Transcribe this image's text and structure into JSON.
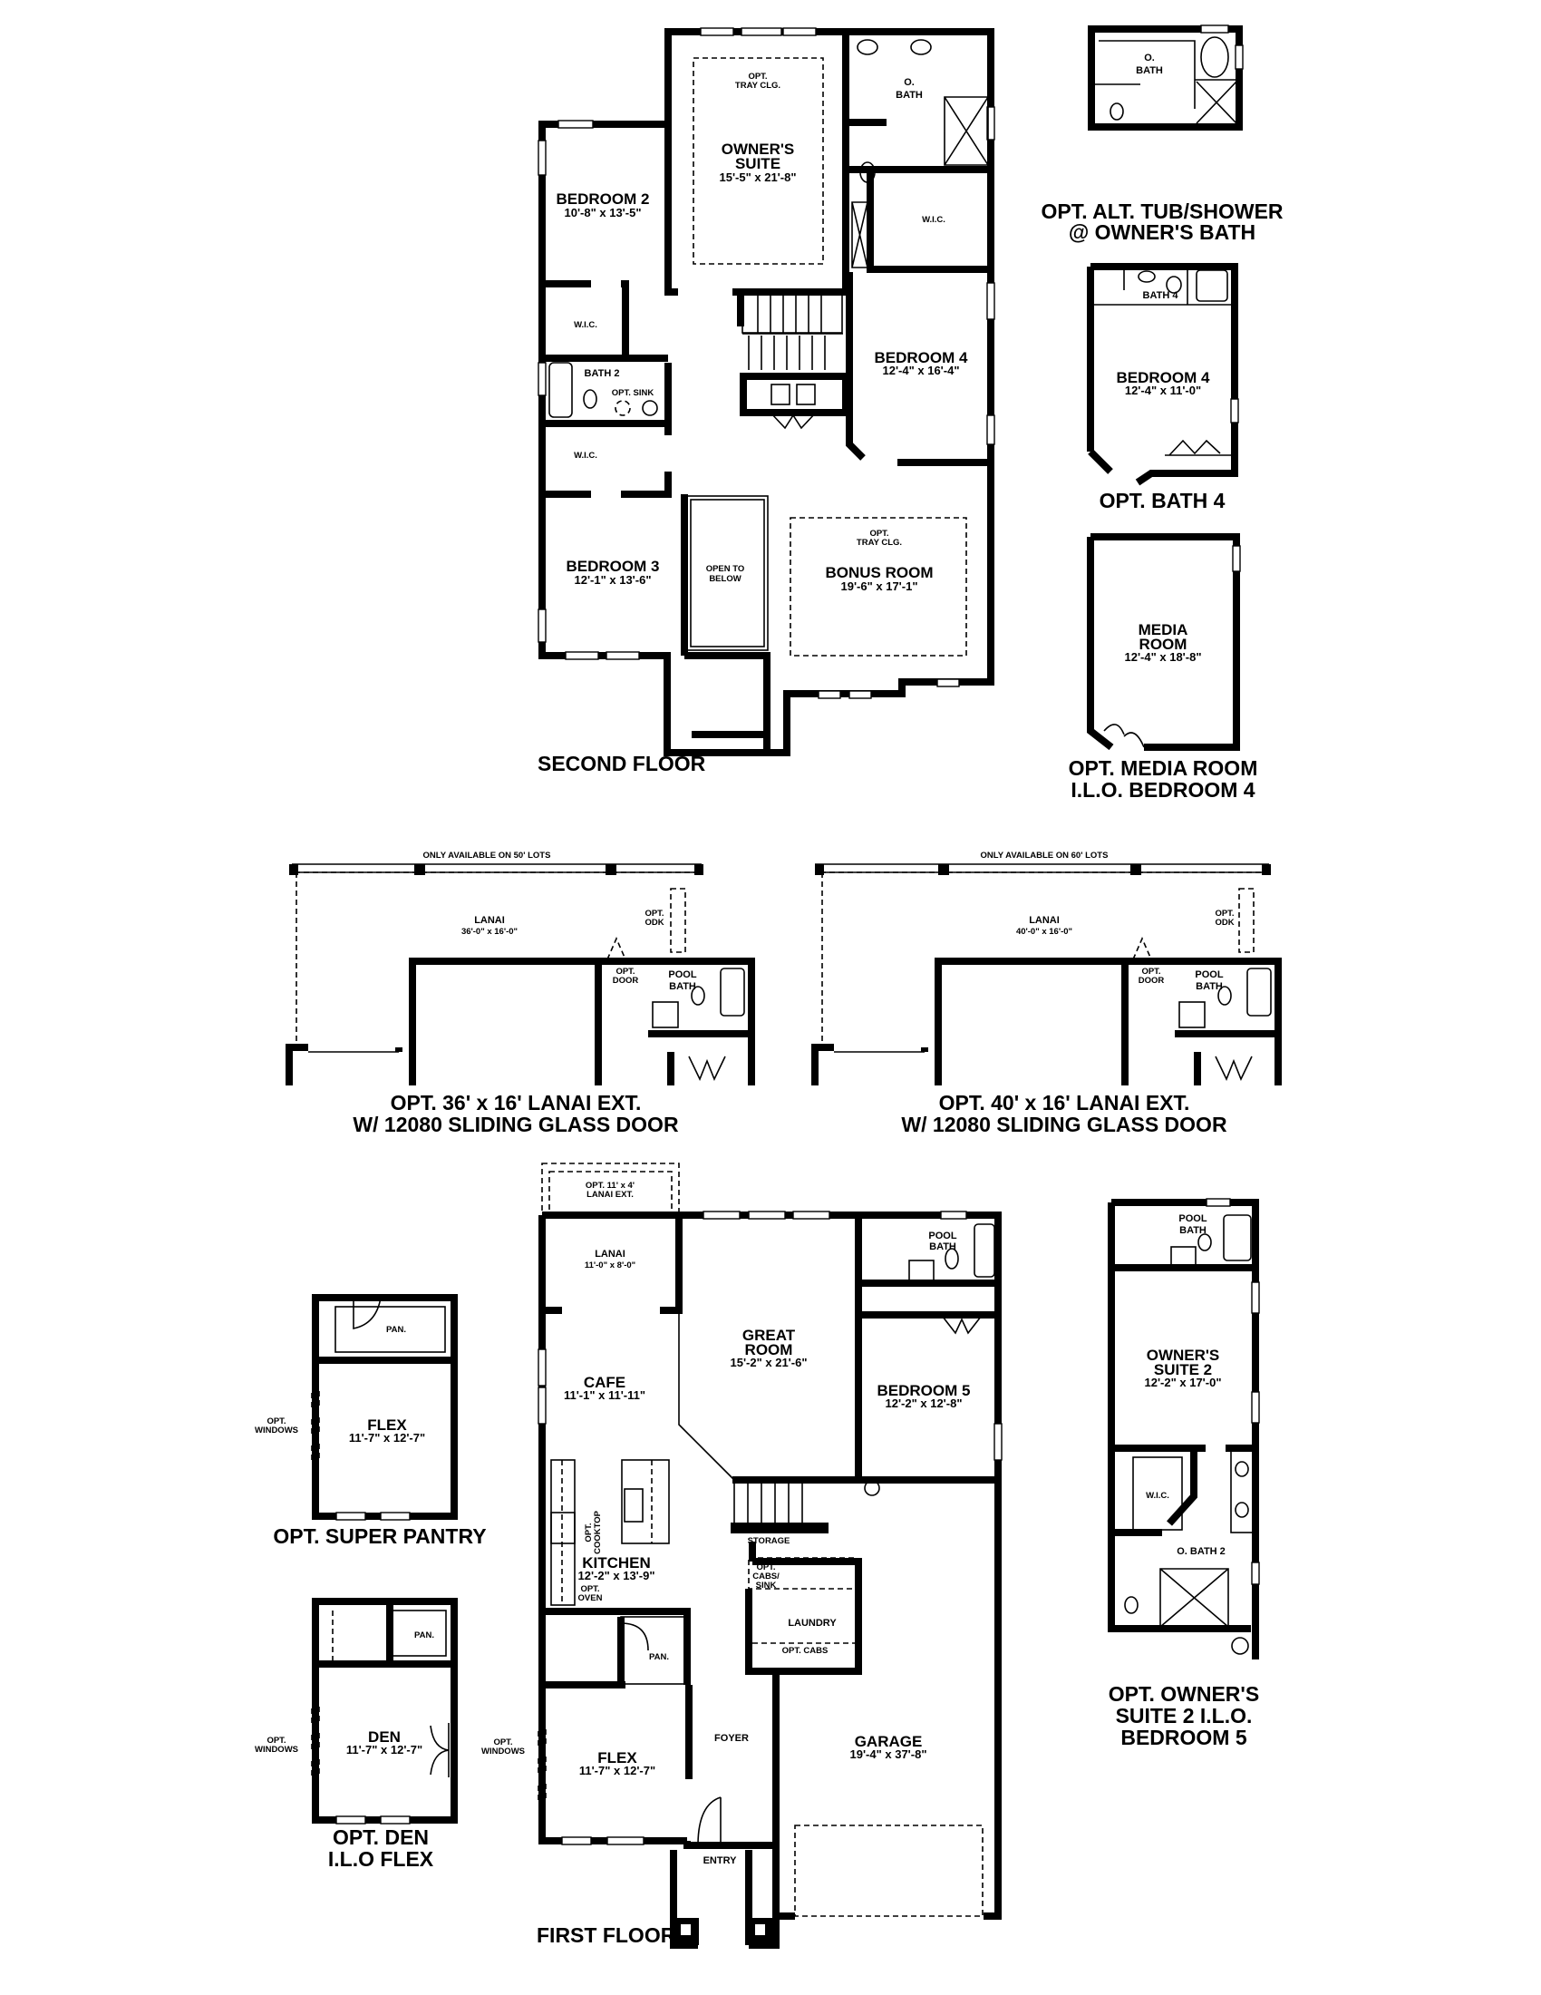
{
  "second_floor": {
    "title": "SECOND FLOOR",
    "owners_suite": {
      "name": [
        "OWNER'S",
        "SUITE"
      ],
      "dims": "15'-5\" x 21'-8\"",
      "note": [
        "OPT.",
        "TRAY CLG."
      ]
    },
    "owners_bath": {
      "name": [
        "O.",
        "BATH"
      ]
    },
    "owners_wic": {
      "name": "W.I.C."
    },
    "bedroom2": {
      "name": "BEDROOM 2",
      "dims": "10'-8\" x 13'-5\""
    },
    "wic2": {
      "name": "W.I.C."
    },
    "bath2": {
      "name": "BATH 2",
      "note": "OPT. SINK"
    },
    "wic3": {
      "name": "W.I.C."
    },
    "bedroom3": {
      "name": "BEDROOM 3",
      "dims": "12'-1\" x 13'-6\""
    },
    "open_to_below": {
      "name": [
        "OPEN TO",
        "BELOW"
      ]
    },
    "bedroom4": {
      "name": "BEDROOM 4",
      "dims": "12'-4\" x 16'-4\""
    },
    "bonus_room": {
      "name": "BONUS ROOM",
      "dims": "19'-6\" x 17'-1\"",
      "note": [
        "OPT.",
        "TRAY CLG."
      ]
    }
  },
  "opt_alt_tub": {
    "room": [
      "O.",
      "BATH"
    ],
    "title": [
      "OPT. ALT. TUB/SHOWER",
      "@ OWNER'S BATH"
    ]
  },
  "opt_bath4": {
    "bath": "BATH 4",
    "bedroom": "BEDROOM 4",
    "dims": "12'-4\" x 11'-0\"",
    "title": "OPT. BATH 4"
  },
  "opt_media": {
    "name": [
      "MEDIA",
      "ROOM"
    ],
    "dims": "12'-4\" x 18'-8\"",
    "title": [
      "OPT. MEDIA ROOM",
      "I.L.O. BEDROOM 4"
    ]
  },
  "lanai_50": {
    "availability": "ONLY AVAILABLE ON 50' LOTS",
    "name": "LANAI",
    "dims": "36'-0\" x 16'-0\"",
    "odk": [
      "OPT.",
      "ODK"
    ],
    "door": [
      "OPT.",
      "DOOR"
    ],
    "pool_bath": [
      "POOL",
      "BATH"
    ],
    "title": [
      "OPT. 36' x 16' LANAI EXT.",
      "W/ 12080 SLIDING GLASS DOOR"
    ]
  },
  "lanai_60": {
    "availability": "ONLY AVAILABLE ON 60' LOTS",
    "name": "LANAI",
    "dims": "40'-0\" x 16'-0\"",
    "odk": [
      "OPT.",
      "ODK"
    ],
    "door": [
      "OPT.",
      "DOOR"
    ],
    "pool_bath": [
      "POOL",
      "BATH"
    ],
    "title": [
      "OPT. 40' x 16' LANAI EXT.",
      "W/ 12080 SLIDING GLASS DOOR"
    ]
  },
  "first_floor": {
    "title": "FIRST FLOOR",
    "lanai_ext": [
      "OPT. 11' x 4'",
      "LANAI EXT."
    ],
    "lanai": {
      "name": "LANAI",
      "dims": "11'-0\" x 8'-0\""
    },
    "great_room": {
      "name": [
        "GREAT",
        "ROOM"
      ],
      "dims": "15'-2\" x 21'-6\""
    },
    "pool_bath": [
      "POOL",
      "BATH"
    ],
    "bedroom5": {
      "name": "BEDROOM 5",
      "dims": "12'-2\" x 12'-8\""
    },
    "cafe": {
      "name": "CAFE",
      "dims": "11'-1\" x 11'-11\""
    },
    "cooktop": [
      "OPT.",
      "COOKTOP"
    ],
    "kitchen": {
      "name": "KITCHEN",
      "dims": "12'-2\" x 13'-9\""
    },
    "oven": [
      "OPT.",
      "OVEN"
    ],
    "storage": "STORAGE",
    "cabs_sink": [
      "OPT.",
      "CABS/",
      "SINK"
    ],
    "laundry": "LAUNDRY",
    "opt_cabs": "OPT. CABS",
    "pantry": "PAN.",
    "flex": {
      "name": "FLEX",
      "dims": "11'-7\" x 12'-7\""
    },
    "windows": [
      "OPT.",
      "WINDOWS"
    ],
    "foyer": "FOYER",
    "garage": {
      "name": "GARAGE",
      "dims": "19'-4\" x 37'-8\""
    },
    "entry": "ENTRY"
  },
  "opt_super_pantry": {
    "pantry": "PAN.",
    "name": "FLEX",
    "dims": "11'-7\" x 12'-7\"",
    "windows": [
      "OPT.",
      "WINDOWS"
    ],
    "title": "OPT. SUPER PANTRY"
  },
  "opt_den": {
    "pantry": "PAN.",
    "name": "DEN",
    "dims": "11'-7\" x 12'-7\"",
    "windows": [
      "OPT.",
      "WINDOWS"
    ],
    "title": [
      "OPT. DEN",
      "I.L.O FLEX"
    ]
  },
  "opt_owners_suite2": {
    "pool_bath": [
      "POOL",
      "BATH"
    ],
    "name": [
      "OWNER'S",
      "SUITE 2"
    ],
    "dims": "12'-2\" x 17'-0\"",
    "wic": "W.I.C.",
    "bath": "O. BATH 2",
    "title": [
      "OPT. OWNER'S",
      "SUITE 2 I.L.O.",
      "BEDROOM 5"
    ]
  },
  "colors": {
    "ink": "#000000",
    "paper": "#ffffff"
  }
}
